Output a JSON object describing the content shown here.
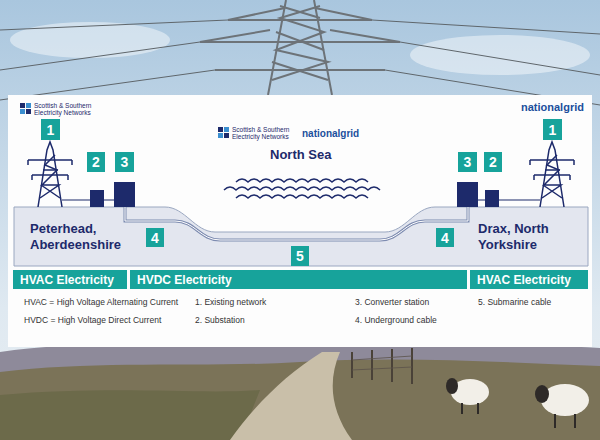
{
  "diagram": {
    "nodes": [
      {
        "text": [
          "1"
        ]
      },
      {
        "text": [
          "1"
        ]
      },
      {
        "text": [
          "2"
        ]
      },
      {
        "text": [
          "3"
        ]
      },
      {
        "text": [
          "3"
        ]
      },
      {
        "text": [
          "2"
        ]
      },
      {
        "text": [
          "4"
        ]
      },
      {
        "text": [
          "4"
        ]
      },
      {
        "text": [
          "5"
        ]
      },
      {
        "text": [
          "HVAC Electricity"
        ]
      },
      {
        "text": [
          "HVDC Electricity"
        ]
      },
      {
        "text": [
          "HVAC Electricity"
        ]
      }
    ],
    "labels": [
      "Scottish & Southern Electricity Networks",
      "nationalgrid",
      "Scottish & Southern Electricity Networks",
      "nationalgrid",
      "North Sea",
      "Peterhead, Aberdeenshire",
      "Drax, North Yorkshire",
      "HVAC = High Voltage Alternating Current",
      "HVDC = High Voltage Direct Current",
      "1. Existing network",
      "2. Substation",
      "3. Converter station",
      "4. Underground cable",
      "5. Submarine cable"
    ]
  }
}
